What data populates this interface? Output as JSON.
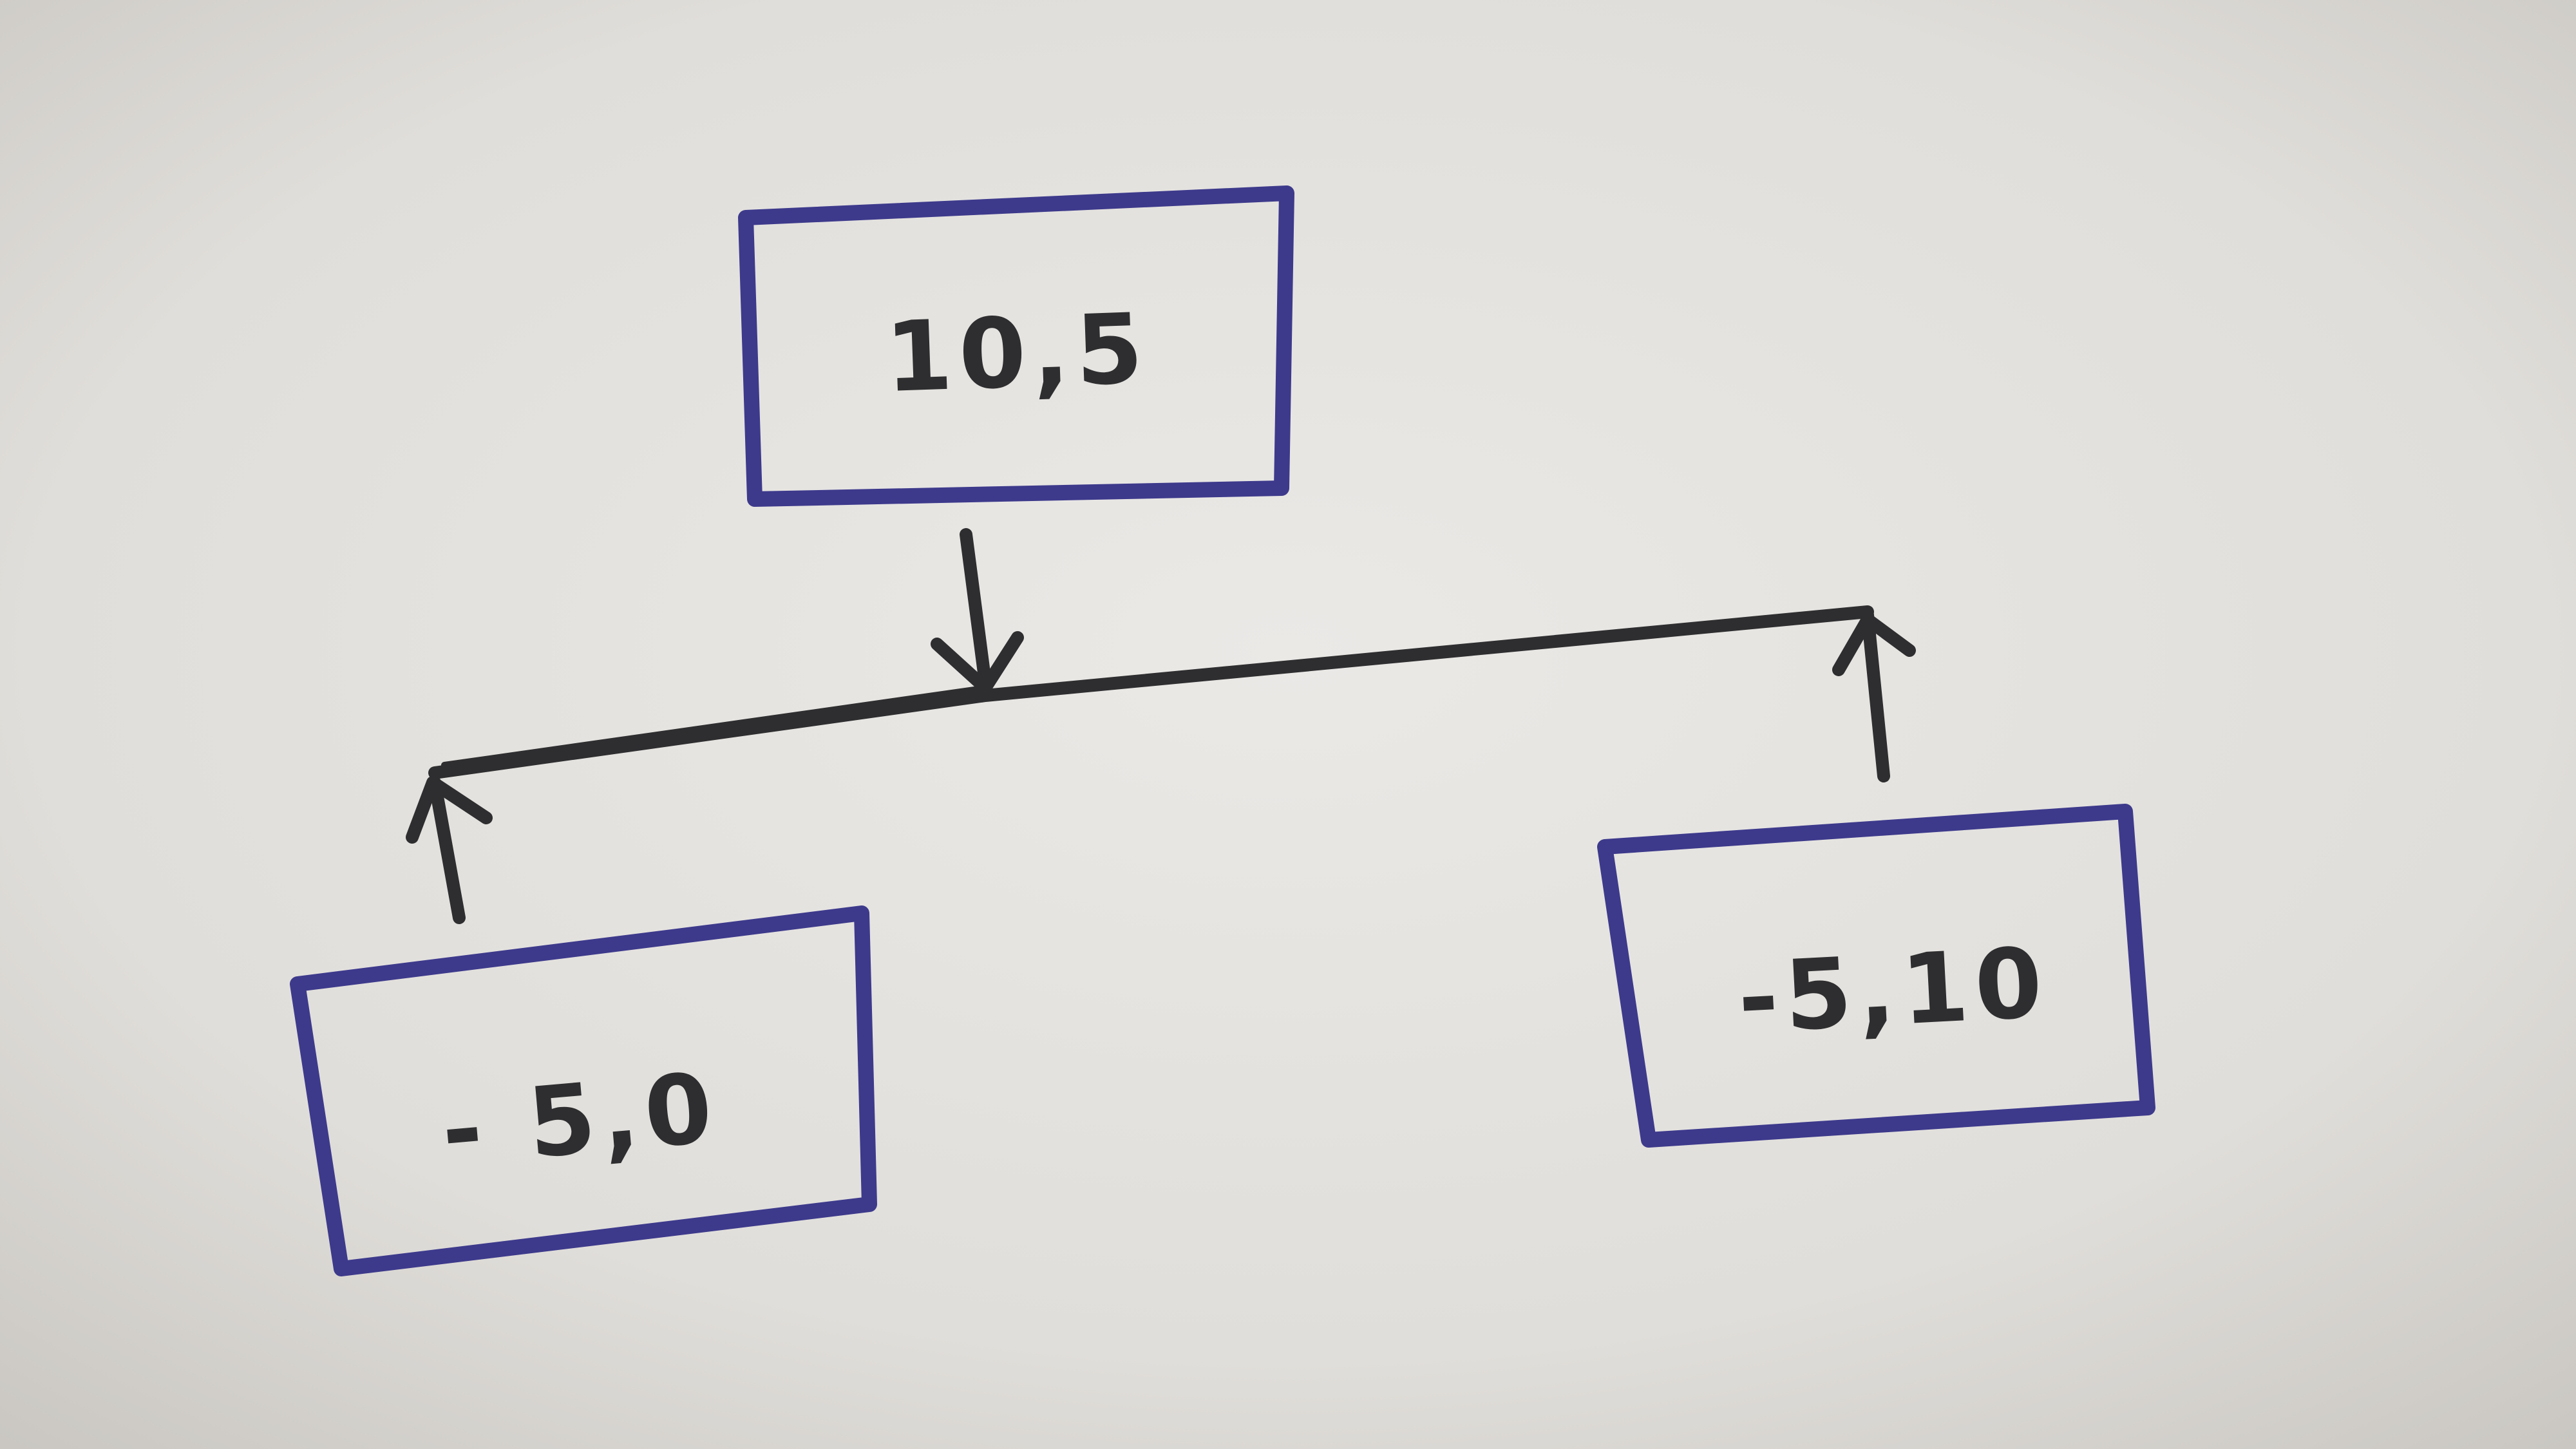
{
  "diagram": {
    "top_box": {
      "label": "10,5"
    },
    "left_box": {
      "label": "- 5,0"
    },
    "right_box": {
      "label": "-5,10"
    }
  },
  "colors": {
    "paper": "#dcdad6",
    "box_border": "#3d3a8c",
    "ink": "#2e2e30"
  }
}
